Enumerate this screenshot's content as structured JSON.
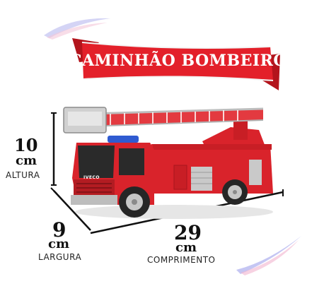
{
  "banner": {
    "title": "CAMINHÃO BOMBEIRO",
    "color": "#e3202a"
  },
  "product": {
    "name": "fire-truck-toy",
    "brand_label": "IVECO"
  },
  "dimensions": {
    "height": {
      "value": "10",
      "unit": "cm",
      "label": "ALTURA"
    },
    "width": {
      "value": "9",
      "unit": "cm",
      "label": "LARGURA"
    },
    "length": {
      "value": "29",
      "unit": "cm",
      "label": "COMPRIMENTO"
    }
  },
  "colors": {
    "truck_red": "#d9232b",
    "dark": "#2a2a2a",
    "dim_line": "#111111",
    "accent_swoosh": "#b7b8f0"
  }
}
